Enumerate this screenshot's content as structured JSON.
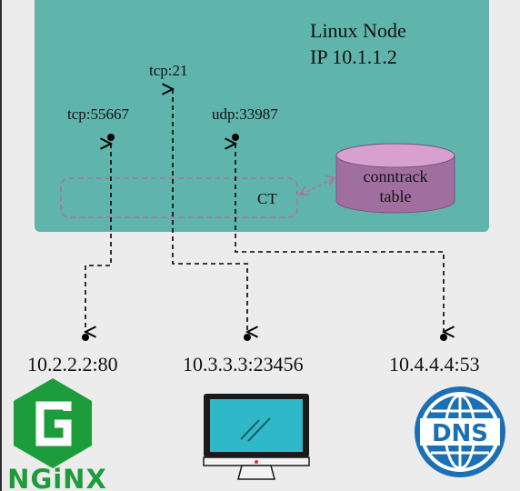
{
  "node": {
    "title": "Linux Node",
    "ip": "IP 10.1.1.2"
  },
  "ports": {
    "p1": "tcp:55667",
    "p2": "tcp:21",
    "p3": "udp:33987"
  },
  "ct": {
    "label": "CT"
  },
  "conntrack": {
    "line1": "conntrack",
    "line2": "table"
  },
  "endpoints": {
    "nginx": "10.2.2.2:80",
    "client": "10.3.3.3:23456",
    "dns": "10.4.4.4:53"
  },
  "icons": {
    "nginx_logo_text": "NGiNX",
    "dns_text": "DNS"
  },
  "colors": {
    "background": "#ececec",
    "node_box": "#5fb4ab",
    "cylinder": "#a06fa0",
    "cylinder_top": "#d7a0cf",
    "ct_border": "#b76aa9",
    "nginx_green": "#1d9c3c",
    "dns_blue": "#1b6fb4",
    "monitor_screen": "#2fb9c8"
  }
}
